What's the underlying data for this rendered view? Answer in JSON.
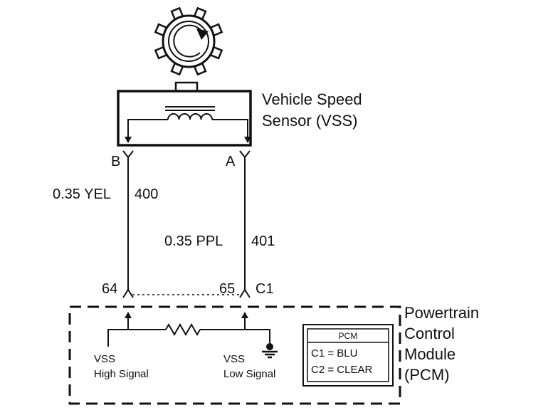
{
  "sensor": {
    "title_line1": "Vehicle Speed",
    "title_line2": "Sensor (VSS)",
    "terminal_b": "B",
    "terminal_a": "A"
  },
  "wires": {
    "left": {
      "gauge_color": "0.35 YEL",
      "circuit": "400"
    },
    "right": {
      "gauge_color": "0.35 PPL",
      "circuit": "401"
    }
  },
  "connector": {
    "pin_left": "64",
    "pin_right": "65",
    "name": "C1"
  },
  "module": {
    "title_line1": "Powertrain",
    "title_line2": "Control",
    "title_line3": "Module",
    "title_line4": "(PCM)",
    "high_signal_line1": "VSS",
    "high_signal_line2": "High Signal",
    "low_signal_line1": "VSS",
    "low_signal_line2": "Low Signal"
  },
  "legend": {
    "header": "PCM",
    "row1": "C1 = BLU",
    "row2": "C2 = CLEAR"
  }
}
